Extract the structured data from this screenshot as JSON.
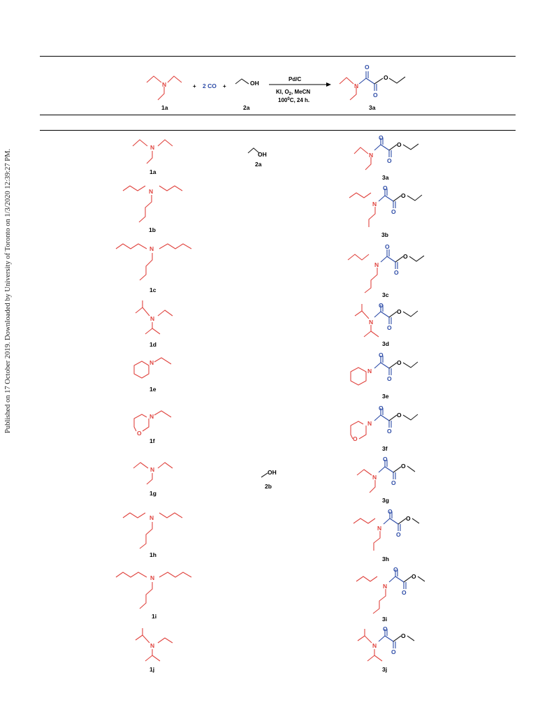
{
  "side_note": "Published on 17 October 2019. Downloaded by University of Toronto on 1/3/2020 12:39:27 PM.",
  "scheme": {
    "plus1": "+",
    "co": "2 CO",
    "plus2": "+",
    "oh": "OH",
    "catalyst": "Pd/C",
    "conditions_line1": "KI, O",
    "conditions_line1_tail": ", MeCN",
    "conditions_line2": "100",
    "conditions_line2_tail": "C, 24 h.",
    "sub2": "2",
    "sup0": "0",
    "label_amine": "1a",
    "label_alcohol": "2a",
    "label_product": "3a"
  },
  "atoms": {
    "N": "N",
    "O": "O",
    "OH": "OH"
  },
  "rows": [
    {
      "amine": "1a",
      "alcohol": "2a",
      "product": "3a"
    },
    {
      "amine": "1b",
      "alcohol": "",
      "product": "3b"
    },
    {
      "amine": "1c",
      "alcohol": "",
      "product": "3c"
    },
    {
      "amine": "1d",
      "alcohol": "",
      "product": "3d"
    },
    {
      "amine": "1e",
      "alcohol": "",
      "product": "3e"
    },
    {
      "amine": "1f",
      "alcohol": "",
      "product": "3f"
    },
    {
      "amine": "1g",
      "alcohol": "2b",
      "product": "3g"
    },
    {
      "amine": "1h",
      "alcohol": "",
      "product": "3h"
    },
    {
      "amine": "1i",
      "alcohol": "",
      "product": "3i"
    },
    {
      "amine": "1j",
      "alcohol": "",
      "product": "3j"
    }
  ],
  "colors": {
    "amine": "#e0443f",
    "carbonyl": "#2b4aa6",
    "text": "#000000"
  }
}
